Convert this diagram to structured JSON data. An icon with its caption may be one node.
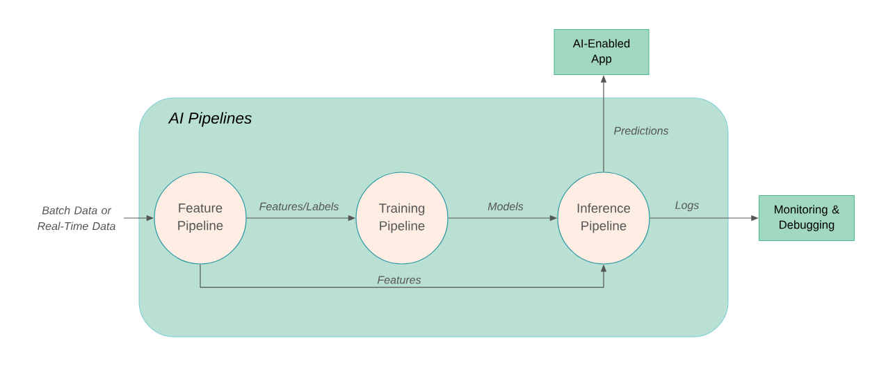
{
  "diagram": {
    "nodes": [
      {
        "text": [
          "AI Pipelines"
        ]
      },
      {
        "text": [
          "Batch Data or Real-Time Data"
        ]
      },
      {
        "text": [
          "Feature Pipeline"
        ],
        "in": 0
      },
      {
        "text": [
          "Training Pipeline"
        ],
        "in": 0
      },
      {
        "text": [
          "Inference Pipeline"
        ],
        "in": 0
      },
      {
        "text": [
          "AI-Enabled App"
        ]
      },
      {
        "text": [
          "Monitoring & Debugging"
        ]
      }
    ],
    "edges": [
      {
        "from": 1,
        "to": 2,
        "arrow": "to"
      },
      {
        "from": 2,
        "to": 3,
        "arrow": "to",
        "label": "Features/Labels"
      },
      {
        "from": 3,
        "to": 4,
        "arrow": "to",
        "label": "Models"
      },
      {
        "from": 4,
        "to": 5,
        "arrow": "to",
        "label": "Predictions"
      },
      {
        "from": 4,
        "to": 6,
        "arrow": "to",
        "label": "Logs"
      },
      {
        "from": 2,
        "to": 4,
        "arrow": "to",
        "label": "Features"
      }
    ]
  }
}
